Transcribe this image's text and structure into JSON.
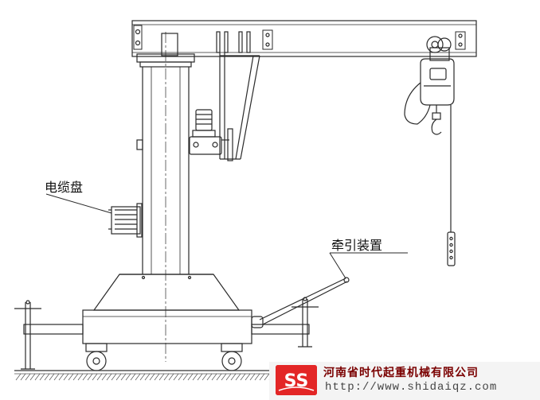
{
  "labels": {
    "cable_reel": "电缆盘",
    "traction_device": "牵引装置"
  },
  "footer": {
    "company_name": "河南省时代起重机械有限公司",
    "website": "http://www.shidaiqz.com",
    "logo_mark": "SS",
    "brand_color": "#e32626"
  },
  "colors": {
    "line": "#2a2a2a",
    "ground_hatch": "#555555",
    "background": "#ffffff"
  }
}
